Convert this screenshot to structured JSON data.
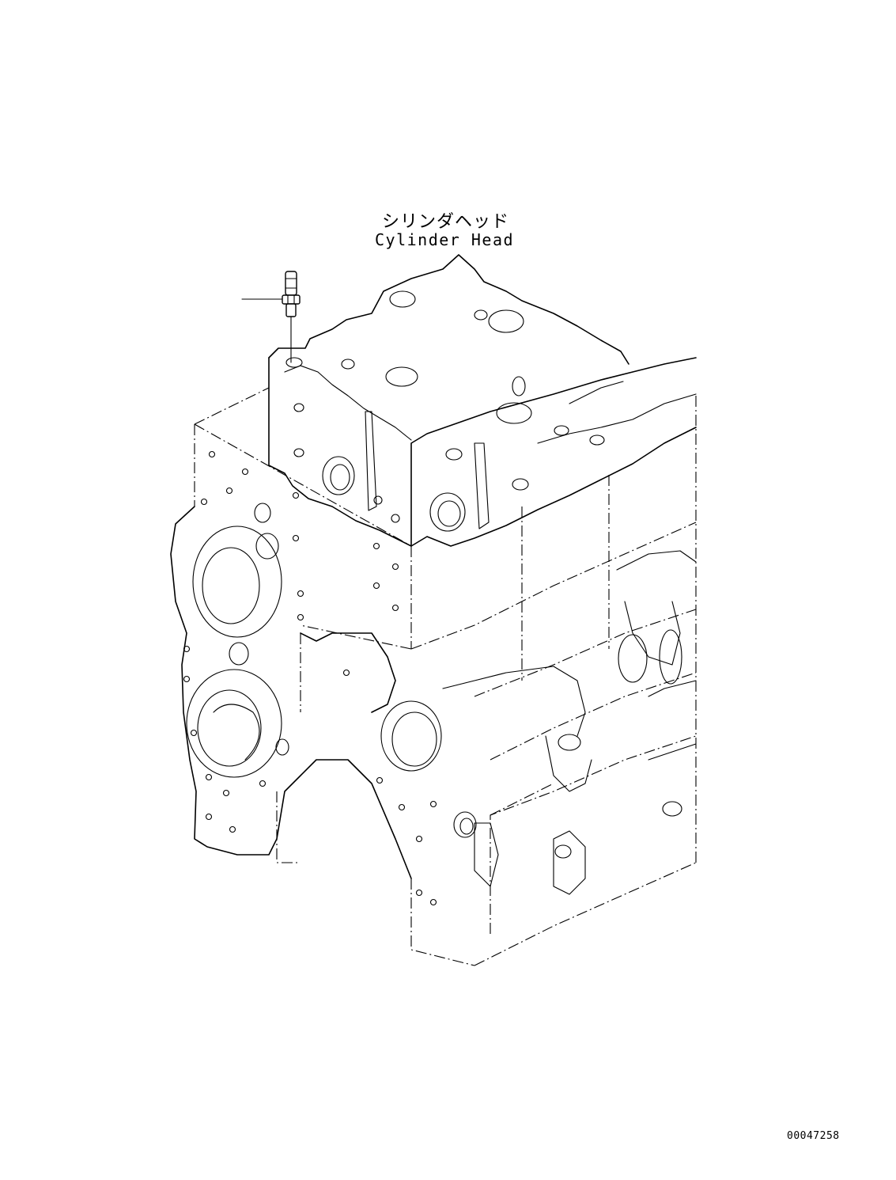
{
  "diagram": {
    "label_japanese": "シリンダヘッド",
    "label_english": "Cylinder Head",
    "drawing_number": "00047258"
  }
}
